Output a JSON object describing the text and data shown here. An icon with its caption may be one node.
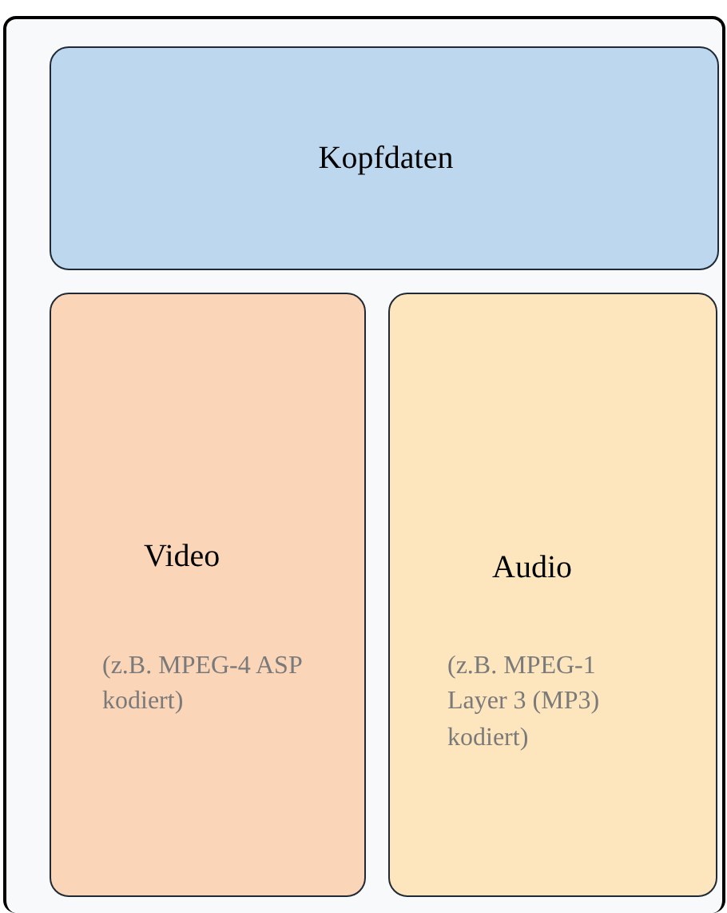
{
  "diagram": {
    "nodes": [
      {
        "text": [],
        "shape": "box"
      },
      {
        "text": [
          "Kopfdaten"
        ],
        "in": 0
      },
      {
        "text": [
          "Video",
          "(z.B. MPEG-4 ASP kodiert)"
        ],
        "in": 0
      },
      {
        "text": [
          "Audio",
          "(z.B. MPEG-1 Layer 3 (MP3) kodiert)"
        ],
        "in": 0
      }
    ]
  }
}
